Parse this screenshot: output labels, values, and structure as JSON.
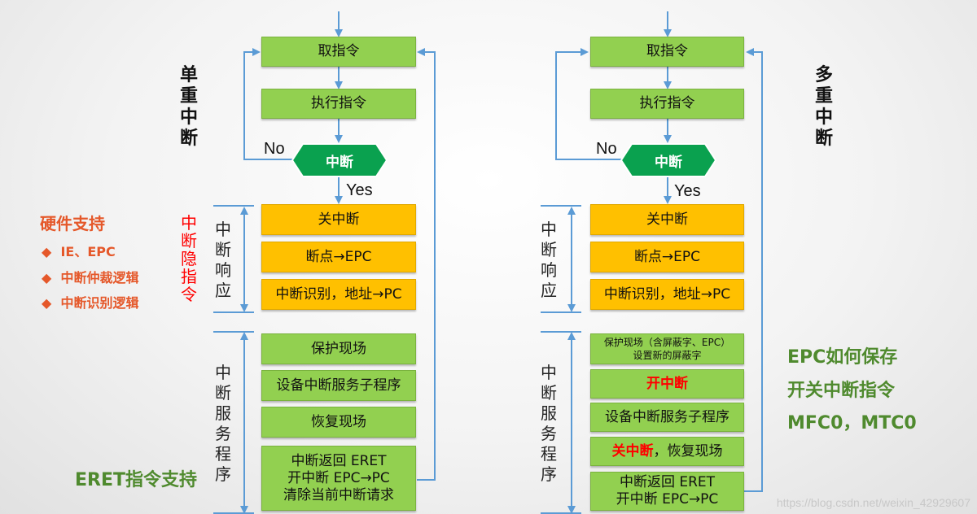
{
  "left": {
    "fetch": "取指令",
    "execute": "执行指令",
    "interrupt": "中断",
    "no": "No",
    "yes": "Yes",
    "title": "单\n重\n中\n断",
    "response_label": "中\n断\n响\n应",
    "service_label": "中\n断\n服\n务\n程\n序",
    "hidden_label": "中\n断\n隐\n指\n令",
    "close_int": "关中断",
    "breakpoint": "断点→EPC",
    "identify": "中断识别，地址→PC",
    "protect": "保护现场",
    "device_service": "设备中断服务子程序",
    "restore": "恢复现场",
    "return_l1": "中断返回 ERET",
    "return_l2": "开中断 EPC→PC",
    "return_l3": "清除当前中断请求"
  },
  "right": {
    "fetch": "取指令",
    "execute": "执行指令",
    "interrupt": "中断",
    "no": "No",
    "yes": "Yes",
    "title": "多\n重\n中\n断",
    "response_label": "中\n断\n响\n应",
    "service_label": "中\n断\n服\n务\n程\n序",
    "close_int": "关中断",
    "breakpoint": "断点→EPC",
    "identify": "中断识别，地址→PC",
    "protect_l1": "保护现场（含屏蔽字、EPC）",
    "protect_l2": "设置新的屏蔽字",
    "open_int": "开中断",
    "device_service": "设备中断服务子程序",
    "close_int2": "关中断",
    "restore_suffix": "，恢复现场",
    "return_l1": "中断返回 ERET",
    "return_l2": "开中断 EPC→PC"
  },
  "hardware": {
    "title": "硬件支持",
    "items": [
      "IE、EPC",
      "中断仲裁逻辑",
      "中断识别逻辑"
    ]
  },
  "eret_support": "ERET指令支持",
  "epc_notes": [
    "EPC如何保存",
    "开关中断指令",
    "MFC0，MTC0"
  ],
  "watermark": "https://blog.csdn.net/weixin_42929607",
  "colors": {
    "green_box": "#92d050",
    "orange_box": "#ffc000",
    "hex_fill": "#0aa14f",
    "arrow": "#5b9bd5",
    "accent_orange": "#e5582a",
    "accent_green": "#4f8a2e",
    "red": "#ff0000"
  }
}
